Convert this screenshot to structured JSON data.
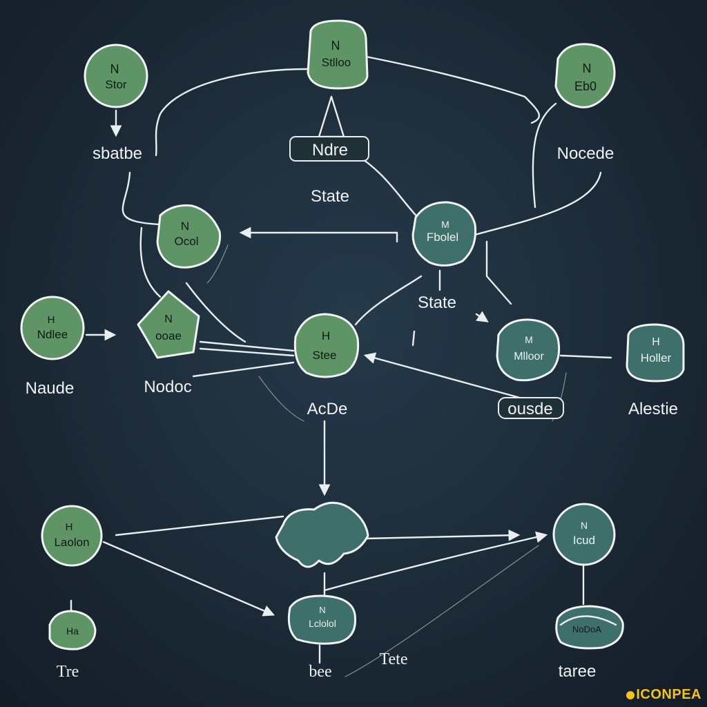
{
  "nodes": {
    "top_left": {
      "line1": "N",
      "line2": "Stor"
    },
    "top_center": {
      "line1": "N",
      "line2": "Stlloo"
    },
    "top_right": {
      "line1": "N",
      "line2": "Eb0"
    },
    "mid_left": {
      "line1": "N",
      "line2": "Ocol"
    },
    "mid_right": {
      "line1": "M",
      "line2": "Fbolel"
    },
    "far_left": {
      "line1": "H",
      "line2": "Ndlee"
    },
    "left_pentagon": {
      "line1": "N",
      "line2": "ooae"
    },
    "center": {
      "line1": "H",
      "line2": "Stee"
    },
    "right_mid": {
      "line1": "M",
      "line2": "Mlloor"
    },
    "far_right": {
      "line1": "H",
      "line2": "Holler"
    },
    "bottom_left": {
      "line1": "H",
      "line2": "Laolon"
    },
    "bottom_left_small": {
      "line1": "Ha"
    },
    "bottom_center": {
      "line1": "N",
      "line2": "Lclolol"
    },
    "bottom_right": {
      "line1": "N",
      "line2": "Icud"
    },
    "bottom_right_leaf": {
      "line1": "NoDoA"
    }
  },
  "labels": {
    "stabe": "sbatbe",
    "ndre_box": "Ndre",
    "state_top": "State",
    "nocede": "Nocede",
    "state_mid": "State",
    "naude": "Naude",
    "nodoc": "Nodoc",
    "acde": "AcDe",
    "ousde_box": "ousde",
    "aleste": "Alestie",
    "tre": "Tre",
    "bee": "bee",
    "tete": "Tete",
    "taree": "taree"
  },
  "watermark": "ICONPEA",
  "colors": {
    "background": "#1c2a37",
    "node_green": "#5f9467",
    "node_teal": "#3f6f6b",
    "edge": "#e9eef0",
    "watermark": "#f4c21a"
  }
}
